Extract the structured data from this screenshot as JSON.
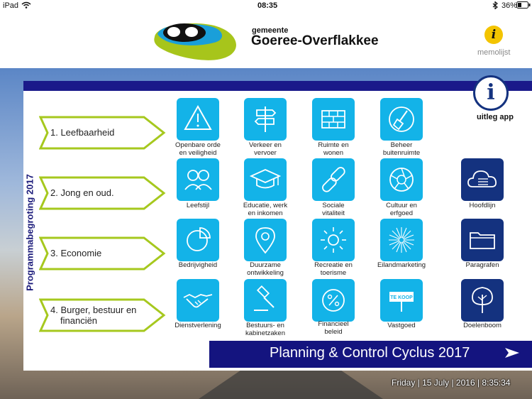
{
  "status": {
    "device": "iPad",
    "time": "08:35",
    "battery": "36%"
  },
  "header": {
    "brand_small": "gemeente",
    "brand_big": "Goeree-Overflakkee",
    "memo_icon": "i",
    "memo_label": "memolijst"
  },
  "sidebar_title": "Programmabegroting 2017",
  "uitleg": {
    "icon": "i",
    "label": "uitleg app"
  },
  "programs": [
    {
      "line1": "1. Leefbaarheid",
      "line2": ""
    },
    {
      "line1": "2. Jong en oud.",
      "line2": ""
    },
    {
      "line1": "3. Economie",
      "line2": ""
    },
    {
      "line1": "4. Burger, bestuur en",
      "line2": "financiën"
    }
  ],
  "tiles": [
    {
      "icon": "warning-icon",
      "line1": "Openbare orde",
      "line2": "en veiligheid"
    },
    {
      "icon": "signpost-icon",
      "line1": "Verkeer en",
      "line2": "vervoer"
    },
    {
      "icon": "brick-wall-icon",
      "line1": "Ruimte en",
      "line2": "wonen"
    },
    {
      "icon": "shovel-icon",
      "line1": "Beheer",
      "line2": "buitenruimte"
    },
    {
      "icon": "people-icon",
      "line1": "Leefstijl",
      "line2": ""
    },
    {
      "icon": "graduation-cap-icon",
      "line1": "Educatie, werk",
      "line2": "en inkomen"
    },
    {
      "icon": "chain-link-icon",
      "line1": "Sociale",
      "line2": "vitaliteit"
    },
    {
      "icon": "aperture-icon",
      "line1": "Cultuur en",
      "line2": "erfgoed"
    },
    {
      "icon": "cloud-checklist-icon",
      "line1": "Hoofdlijn",
      "line2": ""
    },
    {
      "icon": "pie-chart-icon",
      "line1": "Bedrijvigheid",
      "line2": ""
    },
    {
      "icon": "map-pin-icon",
      "line1": "Duurzame",
      "line2": "ontwikkeling"
    },
    {
      "icon": "sun-icon",
      "line1": "Recreatie en",
      "line2": "toerisme"
    },
    {
      "icon": "starburst-icon",
      "line1": "Eilandmarketing",
      "line2": ""
    },
    {
      "icon": "folder-icon",
      "line1": "Paragrafen",
      "line2": ""
    },
    {
      "icon": "handshake-icon",
      "line1": "Dienstverlening",
      "line2": ""
    },
    {
      "icon": "gavel-icon",
      "line1": "Bestuurs- en",
      "line2": "kabinetzaken"
    },
    {
      "icon": "percent-icon",
      "line1": "Financieel",
      "line2": "beleid"
    },
    {
      "icon": "for-sale-sign-icon",
      "sign_text": "TE KOOP",
      "line1": "Vastgoed",
      "line2": ""
    },
    {
      "icon": "tree-icon",
      "line1": "Doelenboom",
      "line2": ""
    }
  ],
  "footer": {
    "title": "Planning & Control Cyclus 2017",
    "datetime": "Friday | 15 July | 2016 | 8:35:34"
  },
  "colors": {
    "tile": "#13b3e8",
    "tile_dark": "#14327f",
    "bar": "#14147f",
    "arrow": "#a6c81e",
    "memo": "#f3c400"
  }
}
